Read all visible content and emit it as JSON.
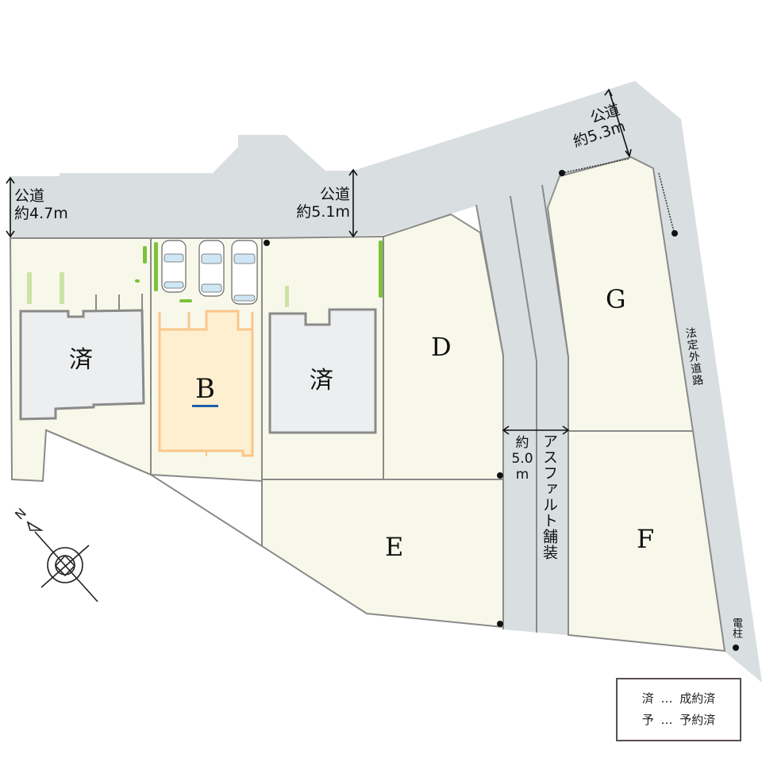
{
  "roads": {
    "left_road": {
      "name": "公道",
      "width": "約4.7m"
    },
    "center_road": {
      "name": "公道",
      "width": "約5.1m"
    },
    "upper_right_road": {
      "name": "公道",
      "width": "約5.3m"
    },
    "right_road": {
      "name": "法定外道路"
    },
    "private_road": {
      "width_label_1": "約",
      "width_label_2": "5.0",
      "width_label_3": "m",
      "surface": "アスファルト舗装"
    }
  },
  "lots": [
    {
      "id": "sold-1",
      "label": "済",
      "status": "sold"
    },
    {
      "id": "B",
      "label": "B",
      "status": "highlighted",
      "accent": "#1f5fa8"
    },
    {
      "id": "sold-2",
      "label": "済",
      "status": "sold"
    },
    {
      "id": "D",
      "label": "D",
      "status": "available"
    },
    {
      "id": "E",
      "label": "E",
      "status": "available"
    },
    {
      "id": "F",
      "label": "F",
      "status": "available"
    },
    {
      "id": "G",
      "label": "G",
      "status": "available"
    }
  ],
  "utility_pole": {
    "label": "電柱"
  },
  "compass": {
    "label": "N"
  },
  "legend": {
    "rows": [
      {
        "symbol": "済",
        "sep": "…",
        "meaning": "成約済"
      },
      {
        "symbol": "予",
        "sep": "…",
        "meaning": "予約済"
      }
    ]
  },
  "colors": {
    "road": "#d9dfe1",
    "lot": "#f8f8ea",
    "sold_building": "#eceeef",
    "highlight_building": "#feefd0",
    "highlight_border": "#fbc68a",
    "underline": "#1f5fa8"
  }
}
